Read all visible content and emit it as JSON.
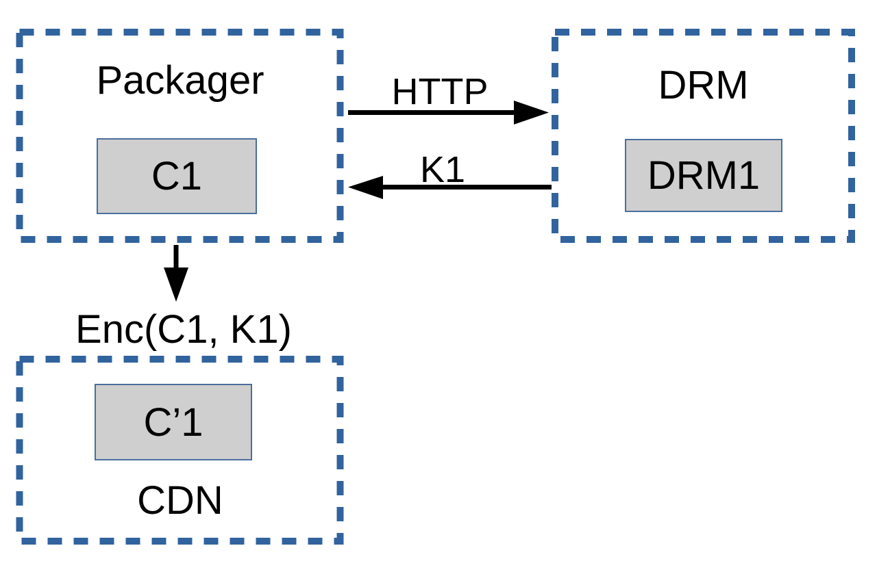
{
  "diagram": {
    "description": "DRM content packaging flow diagram",
    "nodes": {
      "packager": {
        "label": "Packager",
        "chip": "C1"
      },
      "drm": {
        "label": "DRM",
        "chip": "DRM1"
      },
      "cdn": {
        "label": "CDN",
        "chip": "C’1",
        "annotation": "Enc(C1, K1)"
      }
    },
    "edges": [
      {
        "from": "packager",
        "to": "drm",
        "label": "HTTP",
        "direction": "right"
      },
      {
        "from": "drm",
        "to": "packager",
        "label": "K1",
        "direction": "left"
      },
      {
        "from": "packager",
        "to": "cdn",
        "label": "",
        "direction": "down"
      }
    ],
    "colors": {
      "dash_border": "#31639E",
      "chip_fill": "#CFCFCF",
      "chip_border": "#4A6D9E",
      "arrow": "#000000",
      "text": "#000000",
      "background": "#FFFFFF"
    }
  }
}
